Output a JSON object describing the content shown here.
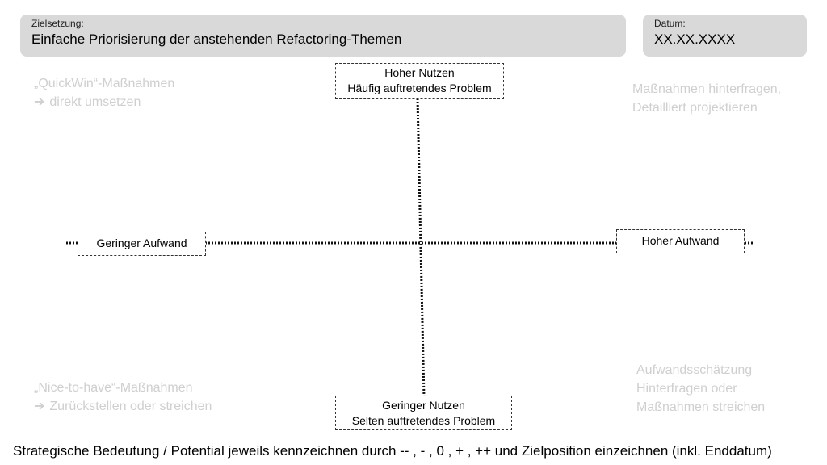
{
  "header": {
    "goal_label": "Zielsetzung:",
    "goal_value": "Einfache Priorisierung der anstehenden Refactoring-Themen",
    "date_label": "Datum:",
    "date_value": "XX.XX.XXXX"
  },
  "axes": {
    "top": {
      "line1": "Hoher Nutzen",
      "line2": "Häufig auftretendes Problem"
    },
    "bottom": {
      "line1": "Geringer Nutzen",
      "line2": "Selten auftretendes Problem"
    },
    "left": "Geringer Aufwand",
    "right": "Hoher Aufwand"
  },
  "quadrants": {
    "top_left": {
      "line1": "„QuickWin“-Maßnahmen",
      "line2": "direkt umsetzen"
    },
    "top_right": {
      "line1": "Maßnahmen hinterfragen,",
      "line2": "Detailliert projektieren"
    },
    "bottom_left": {
      "line1": "„Nice-to-have“-Maßnahmen",
      "line2": "Zurückstellen oder streichen"
    },
    "bottom_right": {
      "line1": "Aufwandsschätzung",
      "line2": "Hinterfragen oder",
      "line3": "Maßnahmen streichen"
    }
  },
  "footer": {
    "text": "Strategische Bedeutung / Potential jeweils kennzeichnen durch -- , - , 0 , + , ++ und Zielposition einzeichnen (inkl. Enddatum)"
  },
  "icons": {
    "arrow": "arrow-right-icon"
  },
  "colors": {
    "header_bg": "#d9d9d9",
    "quadrant_text": "#cfcfcf"
  }
}
